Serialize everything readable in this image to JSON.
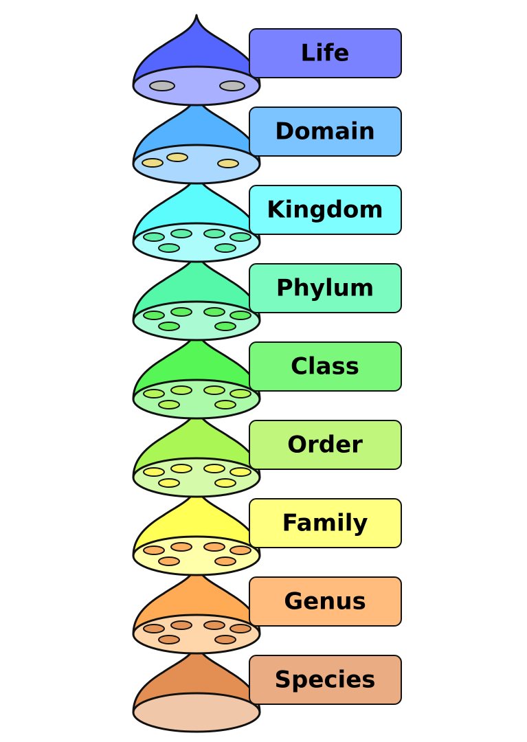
{
  "diagram": {
    "ranks": [
      {
        "label": "Life",
        "dome_color": "#5566ff",
        "base_color": "#a9b0ff",
        "box_color": "#7b82ff",
        "hole_color": "#bbbbbb",
        "hole_count": 2
      },
      {
        "label": "Domain",
        "dome_color": "#55b2ff",
        "base_color": "#aad8ff",
        "box_color": "#7cc4ff",
        "hole_color": "#eddd85",
        "hole_count": 3
      },
      {
        "label": "Kingdom",
        "dome_color": "#5cfcfc",
        "base_color": "#adfcfc",
        "box_color": "#7efefe",
        "hole_color": "#5ef0a8",
        "hole_count": 6
      },
      {
        "label": "Phylum",
        "dome_color": "#55f7a8",
        "base_color": "#aafbd4",
        "box_color": "#7bfbbf",
        "hole_color": "#5ff060",
        "hole_count": 6
      },
      {
        "label": "Class",
        "dome_color": "#55f655",
        "base_color": "#aafaaa",
        "box_color": "#7bf87b",
        "hole_color": "#b6f65a",
        "hole_count": 6
      },
      {
        "label": "Order",
        "dome_color": "#aaf655",
        "base_color": "#d5faaa",
        "box_color": "#c0f67c",
        "hole_color": "#fbfb60",
        "hole_count": 6
      },
      {
        "label": "Family",
        "dome_color": "#ffff55",
        "base_color": "#ffffaa",
        "box_color": "#ffff80",
        "hole_color": "#fcb060",
        "hole_count": 6
      },
      {
        "label": "Genus",
        "dome_color": "#ffaa55",
        "base_color": "#ffd5aa",
        "box_color": "#ffbc7c",
        "hole_color": "#e59458",
        "hole_count": 6
      },
      {
        "label": "Species",
        "dome_color": "#e38f53",
        "base_color": "#f1c7a9",
        "box_color": "#eaac82",
        "hole_color": "#e38f53",
        "hole_count": 0
      }
    ]
  }
}
